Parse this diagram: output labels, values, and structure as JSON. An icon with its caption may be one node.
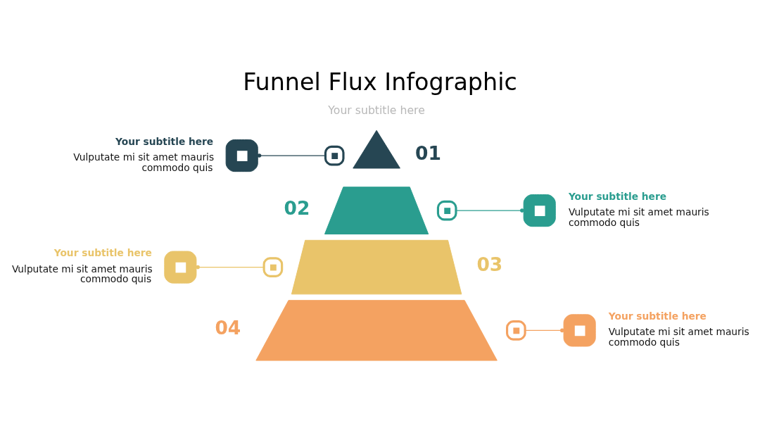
{
  "diagram": {
    "title": "Funnel Flux Infographic",
    "nodes": [
      {
        "text": [],
        "shape": "box",
        "beside": [
          "Your subtitle here",
          "Vulputate mi sit amet mauris commodo quis"
        ]
      },
      {
        "text": [],
        "shape": "box"
      },
      {
        "text": [],
        "shape": "triangle",
        "beside": [
          "01"
        ]
      },
      {
        "text": [],
        "shape": "trapezium",
        "beside": [
          "02"
        ]
      },
      {
        "text": [],
        "shape": "box"
      },
      {
        "text": [],
        "shape": "box",
        "beside": [
          "Your subtitle here",
          "Vulputate mi sit amet mauris commodo quis"
        ]
      },
      {
        "text": [],
        "shape": "box",
        "beside": [
          "Your subtitle here",
          "Vulputate mi sit amet mauris commodo quis"
        ]
      },
      {
        "text": [],
        "shape": "box"
      },
      {
        "text": [],
        "shape": "trapezium",
        "beside": [
          "03"
        ]
      },
      {
        "text": [],
        "shape": "trapezium",
        "beside": [
          "04"
        ]
      },
      {
        "text": [],
        "shape": "box"
      },
      {
        "text": [],
        "shape": "box",
        "beside": [
          "Your subtitle here",
          "Vulputate mi sit amet mauris commodo quis"
        ]
      }
    ],
    "edges": [
      {
        "from": 0,
        "to": 1,
        "arrow": "other",
        "color": "#264653"
      },
      {
        "from": 4,
        "to": 5,
        "arrow": "other",
        "color": "#2a9d8f"
      },
      {
        "from": 6,
        "to": 7,
        "arrow": "other",
        "color": "#e9c46a"
      },
      {
        "from": 10,
        "to": 11,
        "arrow": "other",
        "color": "#f4a261"
      }
    ],
    "labels": [
      "Your subtitle here"
    ]
  }
}
